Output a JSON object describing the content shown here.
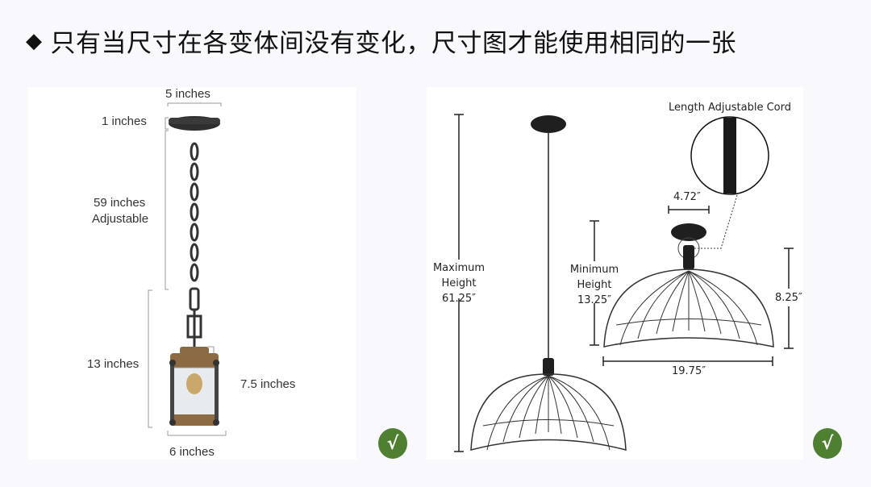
{
  "title": {
    "bullet_icon": "◆",
    "text": "只有当尺寸在各变体间没有变化，尺寸图才能使用相同的一张"
  },
  "left_image": {
    "labels": {
      "top_width": "5 inches",
      "canopy_height": "1 inches",
      "chain_length_line1": "59 inches",
      "chain_length_line2": "Adjustable",
      "total_height": "13 inches",
      "shade_height": "7.5 inches",
      "bottom_width": "6 inches"
    },
    "check_icon": "√"
  },
  "right_image": {
    "labels": {
      "cord_callout": "Length Adjustable Cord",
      "canopy_width": "4.72″",
      "max_height_line1": "Maximum",
      "max_height_line2": "Height",
      "max_height_value": "61.25″",
      "min_height_line1": "Minimum",
      "min_height_line2": "Height",
      "min_height_value": "13.25″",
      "shade_height": "8.25″",
      "shade_width": "19.75″"
    },
    "check_icon": "√"
  },
  "colors": {
    "check_green": "#4f7f30",
    "background": "#f9f8fc"
  }
}
